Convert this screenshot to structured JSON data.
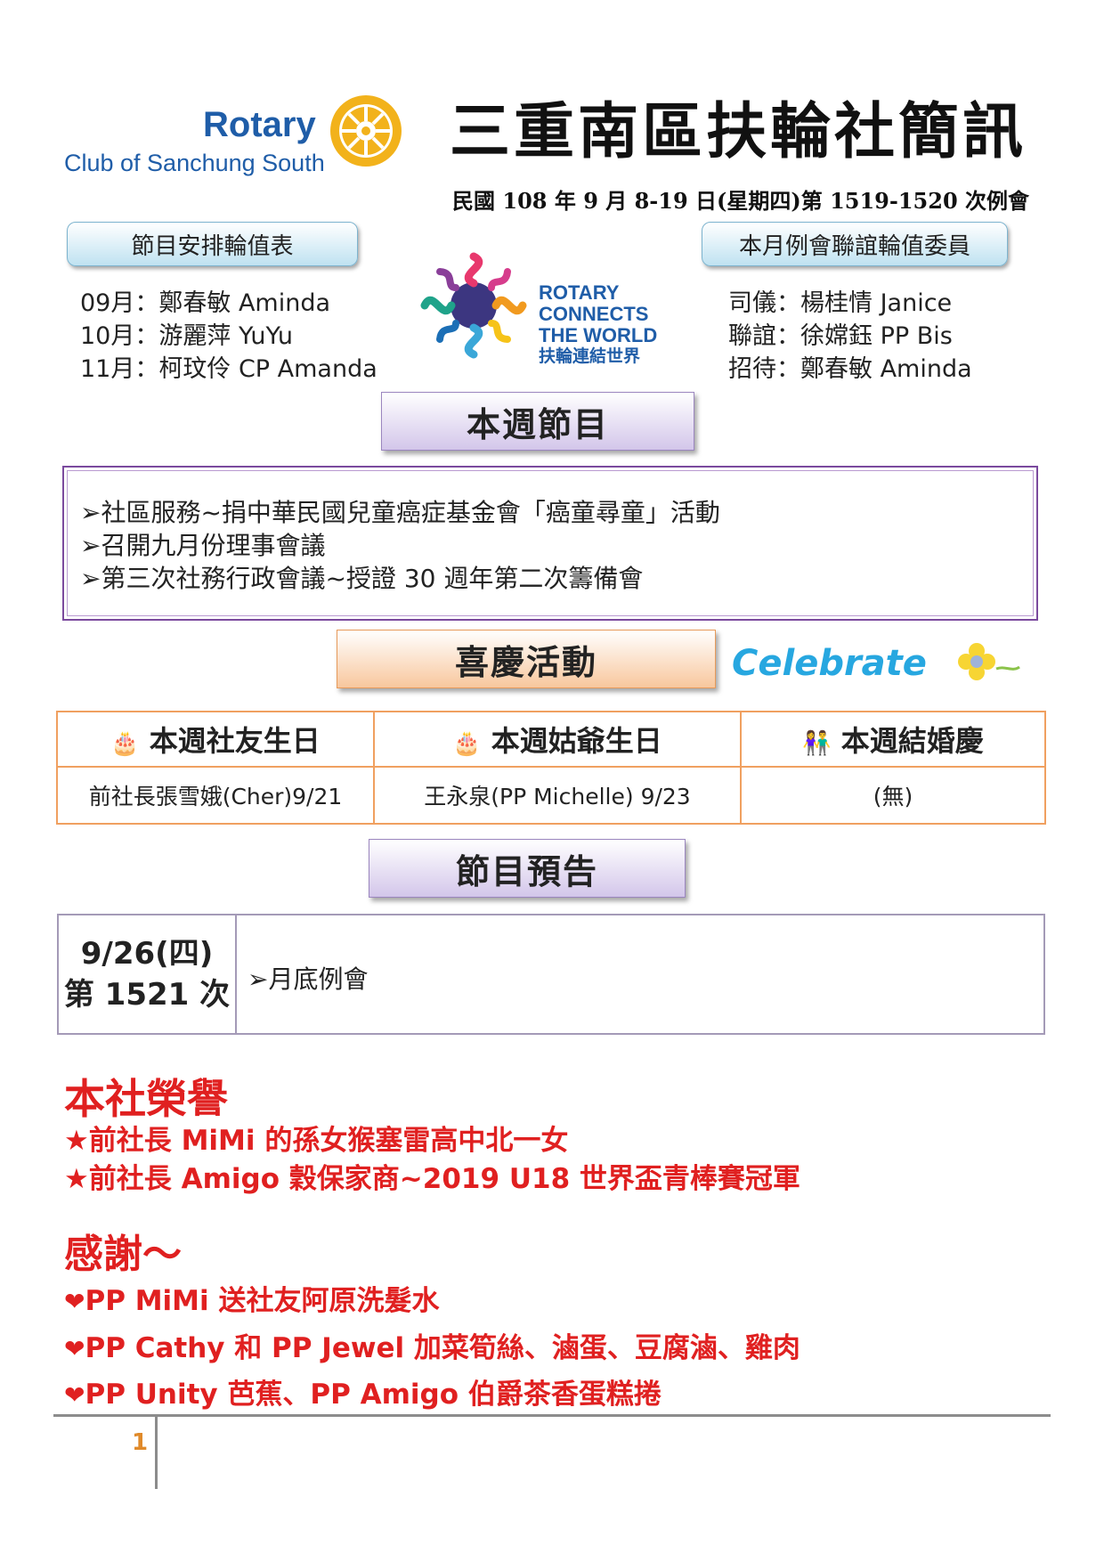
{
  "header": {
    "logo_brand": "Rotary",
    "logo_club": "Club of Sanchung South",
    "title": "三重南區扶輪社簡訊",
    "meeting_line": "民國 108 年 9 月 8-19 日(星期四)第 1519-1520 次例會"
  },
  "duty_left": {
    "label": "節目安排輪值表",
    "items": [
      "09月：鄭春敏  Aminda",
      "10月：游麗萍  YuYu",
      "11月：柯玟伶  CP Amanda"
    ]
  },
  "duty_right": {
    "label": "本月例會聯誼輪值委員",
    "items": [
      "司儀：楊桂情  Janice",
      "聯誼：徐嫦鈺  PP Bis",
      "招待：鄭春敏  Aminda"
    ]
  },
  "theme_logo": {
    "line1": "ROTARY",
    "line2": "CONNECTS",
    "line3": "THE WORLD",
    "line4": "扶輪連結世界"
  },
  "this_week": {
    "heading": "本週節目",
    "items": [
      "社區服務~捐中華民國兒童癌症基金會「癌童尋童」活動",
      "召開九月份理事會議",
      "第三次社務行政會議~授證 30 週年第二次籌備會"
    ]
  },
  "celebrations": {
    "heading": "喜慶活動",
    "logo_text": "Celebrate",
    "columns": [
      "本週社友生日",
      "本週姑爺生日",
      "本週結婚慶"
    ],
    "values": [
      "前社長張雪娥(Cher)9/21",
      "王永泉(PP Michelle) 9/23",
      "(無)"
    ]
  },
  "preview": {
    "heading": "節目預告",
    "date": "9/26(四)",
    "session": "第 1521 次",
    "item": "月底例會"
  },
  "honors": {
    "title": "本社榮譽",
    "items": [
      "★前社長 MiMi 的孫女猴塞雷高中北一女",
      "★前社長 Amigo 穀保家商~2019 U18 世界盃青棒賽冠軍"
    ]
  },
  "thanks": {
    "title": "感謝～",
    "items": [
      "PP MiMi 送社友阿原洗髮水",
      "PP Cathy 和 PP Jewel  加菜筍絲、滷蛋、豆腐滷、雞肉",
      "PP Unity  芭蕉、PP Amigo  伯爵茶香蛋糕捲"
    ]
  },
  "footer": {
    "page": "1"
  }
}
